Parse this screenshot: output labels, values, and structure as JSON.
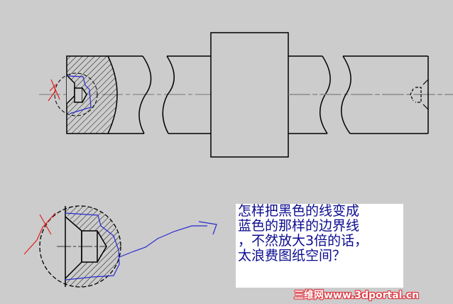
{
  "question": {
    "lines": [
      "怎样把黑色的线变成",
      "蓝色的那样的边界线",
      "，不然放大3倍的话，",
      "太浪费图纸空间？"
    ],
    "text_color": "#0b0b8f",
    "background": "#ffffff"
  },
  "watermark": {
    "text": "三维网www.3dportal.cn",
    "color": "#e0303a"
  },
  "drawing": {
    "background": "#cccccc",
    "line_color": "#000000",
    "centerline_color": "#888888",
    "annotation_blue": "#2a2ad0",
    "annotation_red": "#e02020",
    "elements": [
      "shaft-left-section-hatched",
      "shaft-break-lines",
      "collar-block",
      "shaft-right-section",
      "center-hole-detail-view",
      "blue-boundary-sketch",
      "red-cross-mark",
      "blue-arrow"
    ]
  }
}
